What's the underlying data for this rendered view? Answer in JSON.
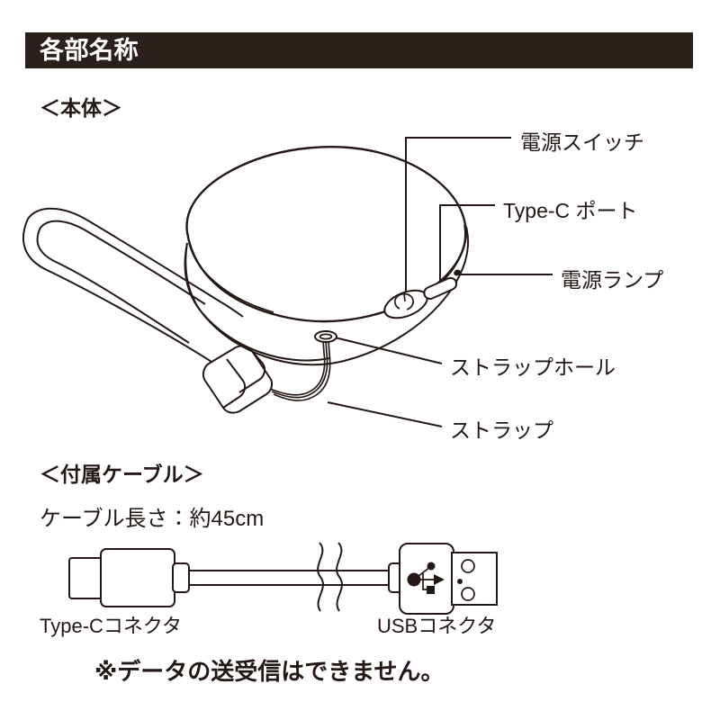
{
  "header": {
    "title": "各部名称",
    "bar_color": "#2b201c",
    "text_color": "#ffffff"
  },
  "sections": {
    "body": {
      "heading": "＜本体＞",
      "callouts": [
        {
          "id": "power-switch",
          "label": "電源スイッチ"
        },
        {
          "id": "typec-port",
          "label": "Type-C ポート"
        },
        {
          "id": "power-lamp",
          "label": "電源ランプ"
        },
        {
          "id": "strap-hole",
          "label": "ストラップホール"
        },
        {
          "id": "strap",
          "label": "ストラップ"
        }
      ],
      "icons": {
        "power_button": "power-symbol-icon",
        "typec_port": "usb-c-port-icon",
        "power_lamp": "led-dot-icon",
        "strap_hole": "eyelet-icon"
      }
    },
    "cable": {
      "heading": "＜付属ケーブル＞",
      "length_label": "ケーブル長さ：約45cm",
      "connectors": [
        {
          "id": "typec-connector",
          "caption": "Type-Cコネクタ"
        },
        {
          "id": "usb-connector",
          "caption": "USBコネクタ",
          "icon": "usb-trident-icon"
        }
      ],
      "break_mark": "cable-break-squiggle"
    },
    "note": "※データの送受信はできません。"
  },
  "colors": {
    "line": "#231815",
    "background": "#ffffff"
  }
}
